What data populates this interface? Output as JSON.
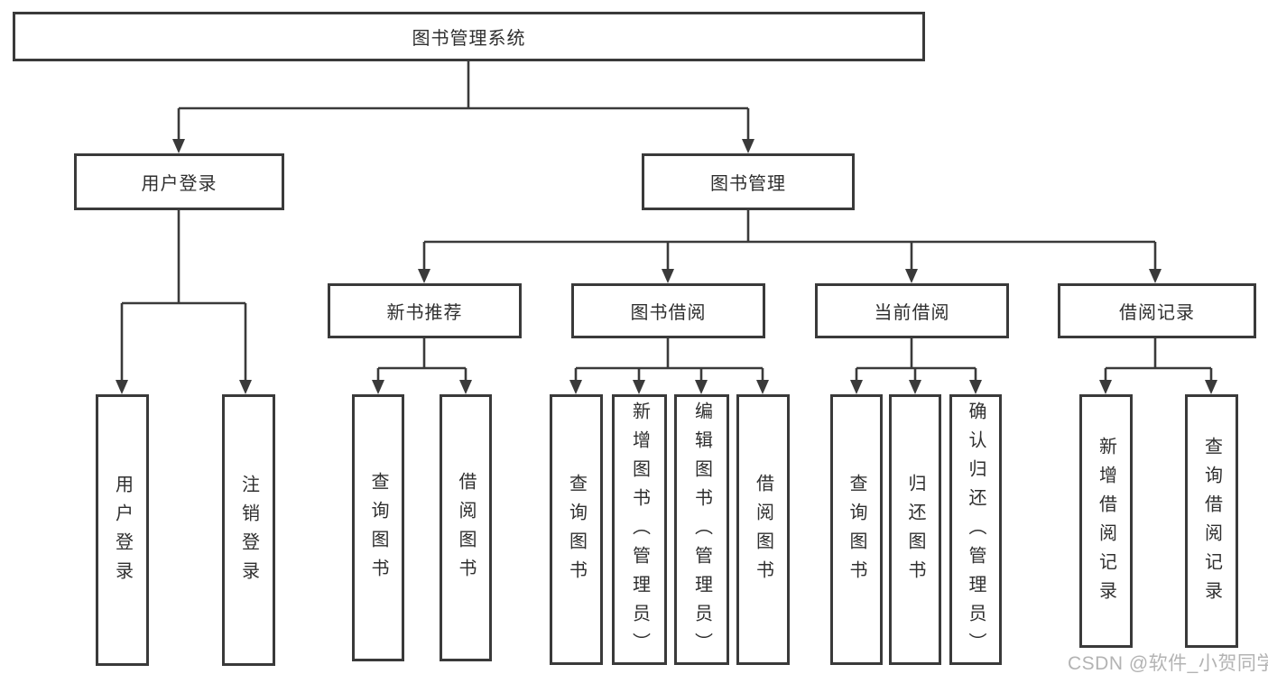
{
  "colors": {
    "line": "#3a3a3a",
    "text": "#2f2f2f",
    "background": "#ffffff",
    "watermark": "#b3b3b3"
  },
  "tree": {
    "root": {
      "label": "图书管理系统"
    },
    "branches": [
      {
        "label": "用户登录",
        "children": [
          {
            "label": "用户登录"
          },
          {
            "label": "注销登录"
          }
        ]
      },
      {
        "label": "图书管理",
        "children": [
          {
            "label": "新书推荐",
            "children": [
              {
                "label": "查询图书"
              },
              {
                "label": "借阅图书"
              }
            ]
          },
          {
            "label": "图书借阅",
            "children": [
              {
                "label": "查询图书"
              },
              {
                "label": "新增图书（管理员）"
              },
              {
                "label": "编辑图书（管理员）"
              },
              {
                "label": "借阅图书"
              }
            ]
          },
          {
            "label": "当前借阅",
            "children": [
              {
                "label": "查询图书"
              },
              {
                "label": "归还图书"
              },
              {
                "label": "确认归还（管理员）"
              }
            ]
          },
          {
            "label": "借阅记录",
            "children": [
              {
                "label": "新增借阅记录"
              },
              {
                "label": "查询借阅记录"
              }
            ]
          }
        ]
      }
    ]
  },
  "watermark": {
    "text": "CSDN @软件_小贺同学"
  }
}
